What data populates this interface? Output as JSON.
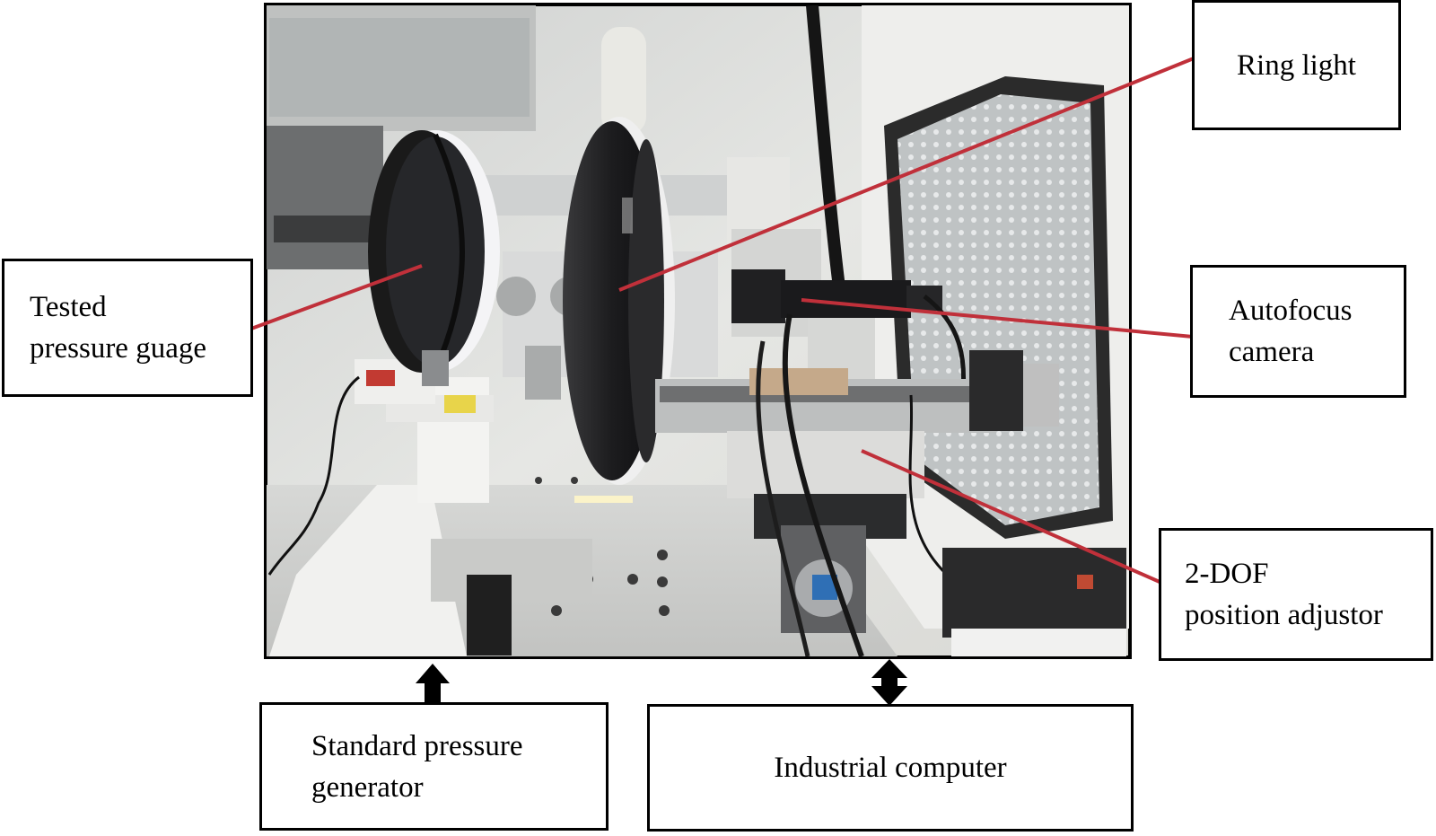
{
  "labels": {
    "ring_light": "Ring light",
    "tested_gauge": [
      "Tested",
      "pressure guage"
    ],
    "autofocus_camera": [
      "Autofocus",
      "camera"
    ],
    "position_adjustor": [
      "2-DOF",
      "position adjustor"
    ],
    "pressure_generator": [
      "Standard pressure",
      "generator"
    ],
    "industrial_computer": "Industrial computer"
  },
  "colors": {
    "leader_line": "#c0303a",
    "box_border": "#000000",
    "arrow": "#000000"
  }
}
